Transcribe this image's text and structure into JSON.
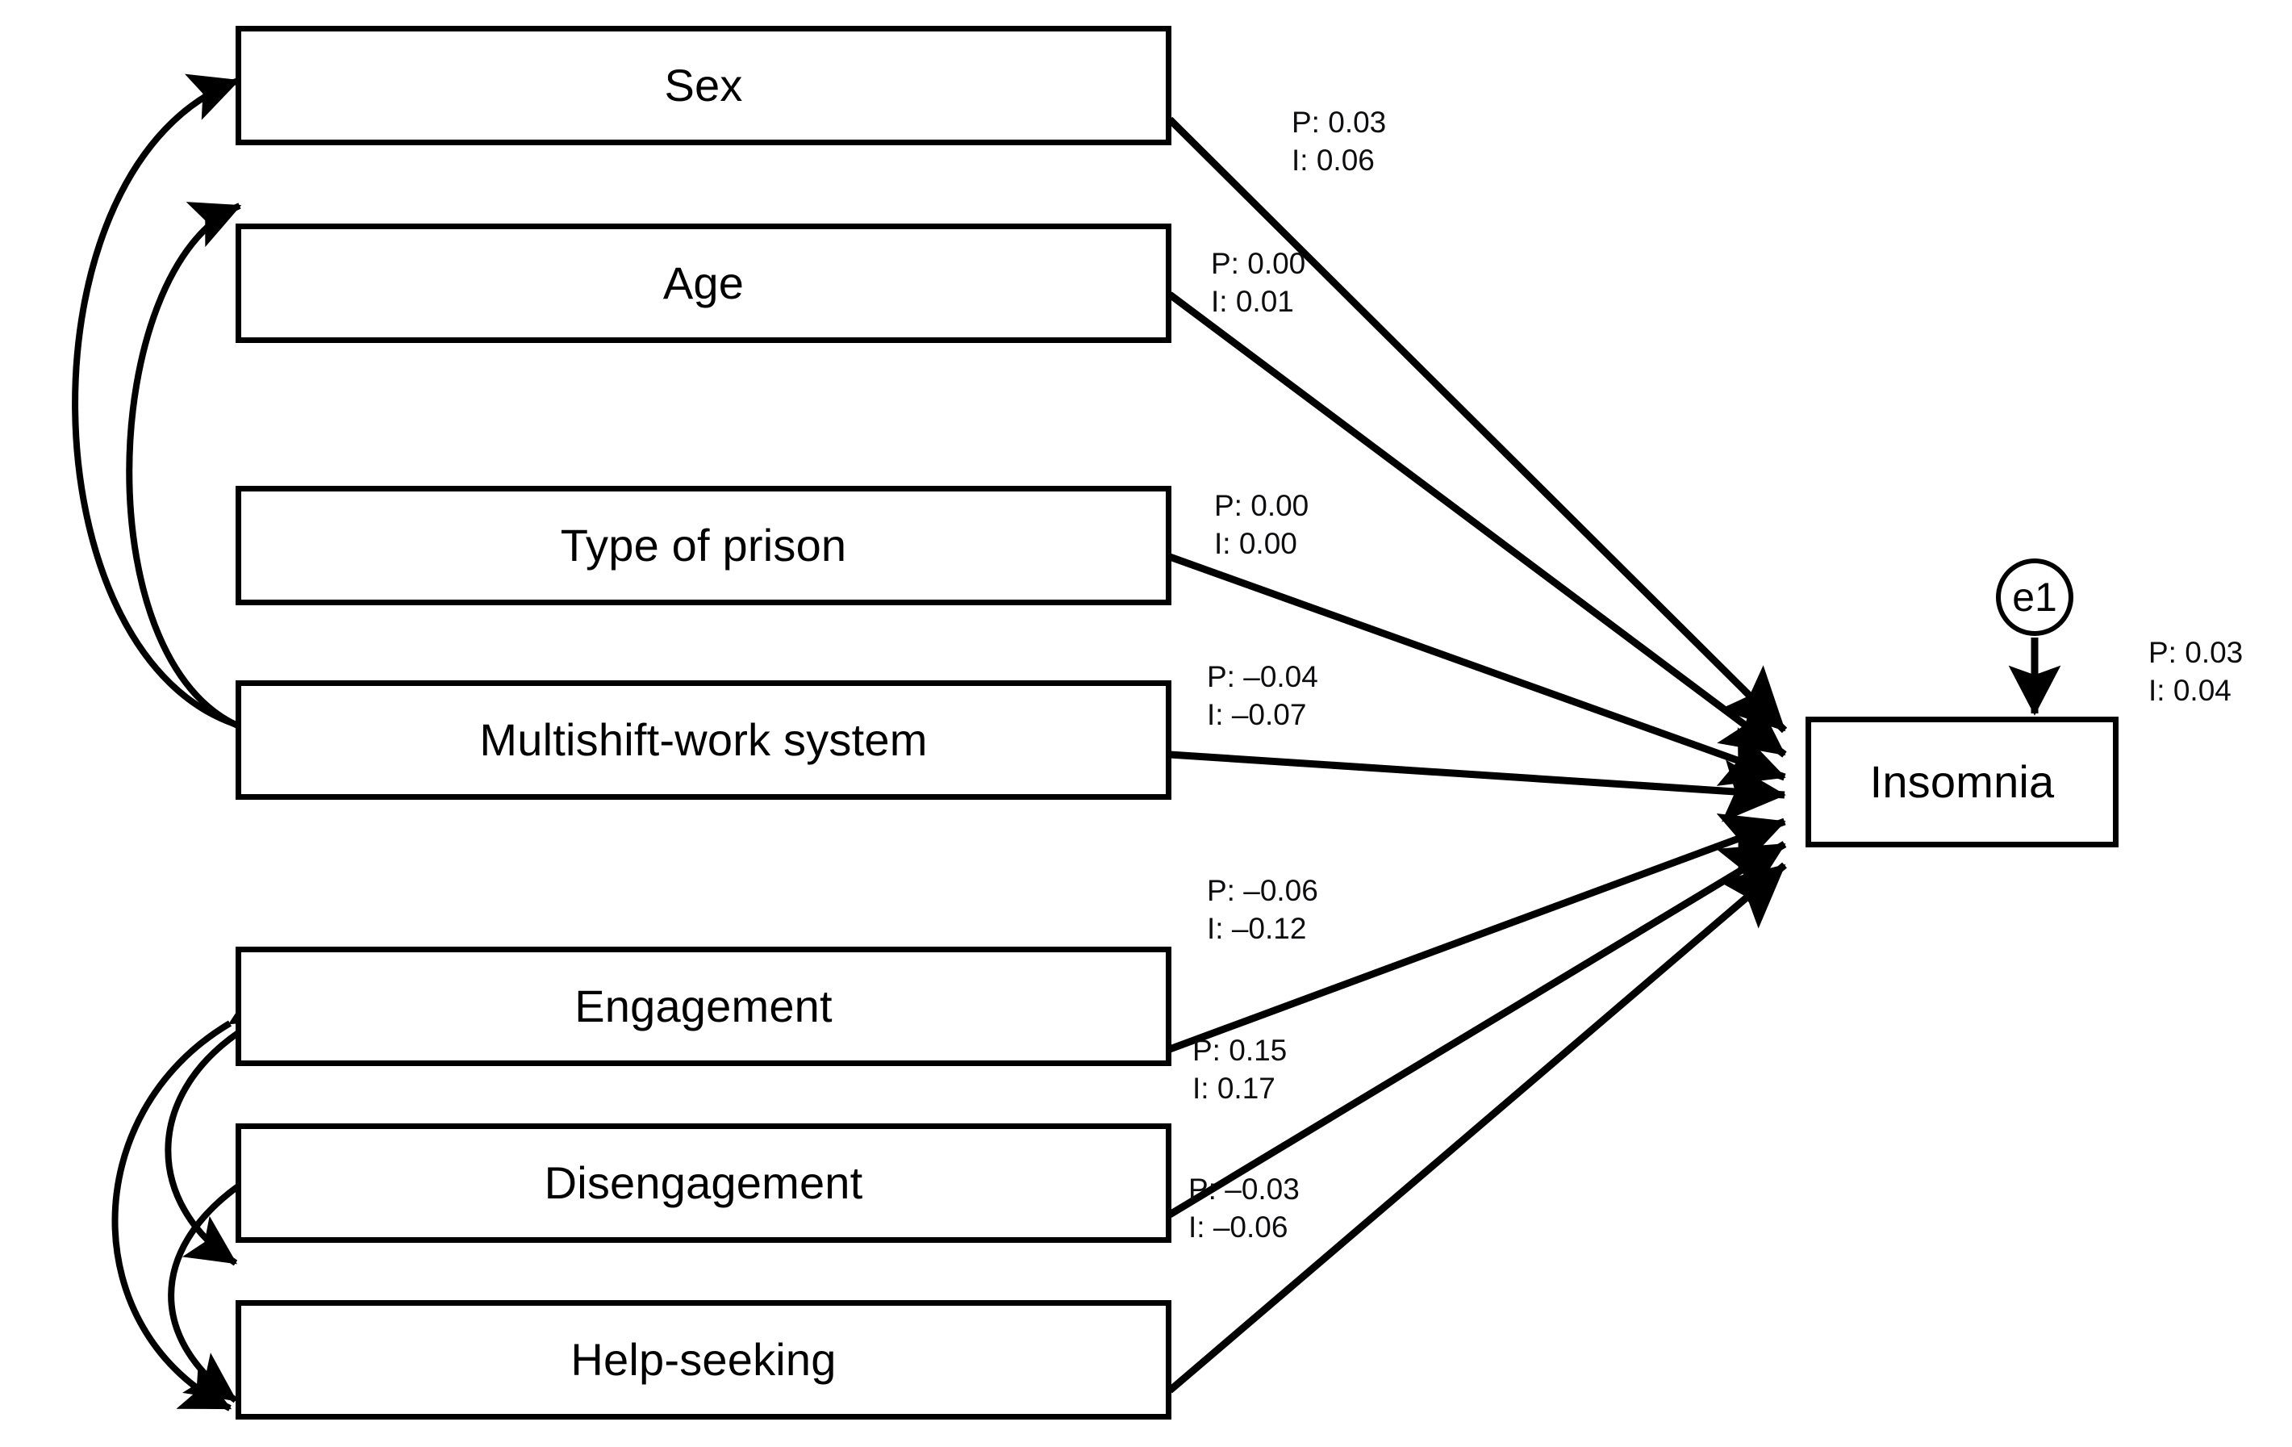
{
  "diagram": {
    "type": "path-diagram",
    "title": "",
    "outcome": {
      "id": "insomnia",
      "label": "Insomnia"
    },
    "error_term": {
      "id": "e1",
      "label": "e1",
      "coefficient": {
        "P": "P: 0.03",
        "I": "I: 0.04"
      }
    },
    "predictors": [
      {
        "id": "sex",
        "label": "Sex"
      },
      {
        "id": "age",
        "label": "Age"
      },
      {
        "id": "type-of-prison",
        "label": "Type of prison"
      },
      {
        "id": "multishift-work-system",
        "label": "Multishift-work system"
      },
      {
        "id": "engagement",
        "label": "Engagement"
      },
      {
        "id": "disengagement",
        "label": "Disengagement"
      },
      {
        "id": "help-seeking",
        "label": "Help-seeking"
      }
    ],
    "paths": [
      {
        "from": "sex",
        "to": "insomnia",
        "P": "P: 0.03",
        "I": "I: 0.06"
      },
      {
        "from": "age",
        "to": "insomnia",
        "P": "P: 0.00",
        "I": "I: 0.01"
      },
      {
        "from": "type-of-prison",
        "to": "insomnia",
        "P": "P: 0.00",
        "I": "I: 0.00"
      },
      {
        "from": "multishift-work-system",
        "to": "insomnia",
        "P": "P: –0.04",
        "I": "I: –0.07"
      },
      {
        "from": "engagement",
        "to": "insomnia",
        "P": "P: –0.06",
        "I": "I: –0.12"
      },
      {
        "from": "disengagement",
        "to": "insomnia",
        "P": "P: 0.15",
        "I": "I: 0.17"
      },
      {
        "from": "help-seeking",
        "to": "insomnia",
        "P": "P: –0.03",
        "I": "I: –0.06"
      }
    ],
    "covariances": [
      {
        "between": [
          "sex",
          "multishift-work-system"
        ]
      },
      {
        "between": [
          "age",
          "multishift-work-system"
        ]
      },
      {
        "between": [
          "engagement",
          "disengagement"
        ]
      },
      {
        "between": [
          "disengagement",
          "help-seeking"
        ]
      },
      {
        "between": [
          "engagement",
          "help-seeking"
        ]
      }
    ],
    "legend_keys": {
      "P": "P",
      "I": "I"
    },
    "colors": {
      "stroke": "#000000",
      "fill": "#ffffff",
      "text": "#000000"
    }
  }
}
